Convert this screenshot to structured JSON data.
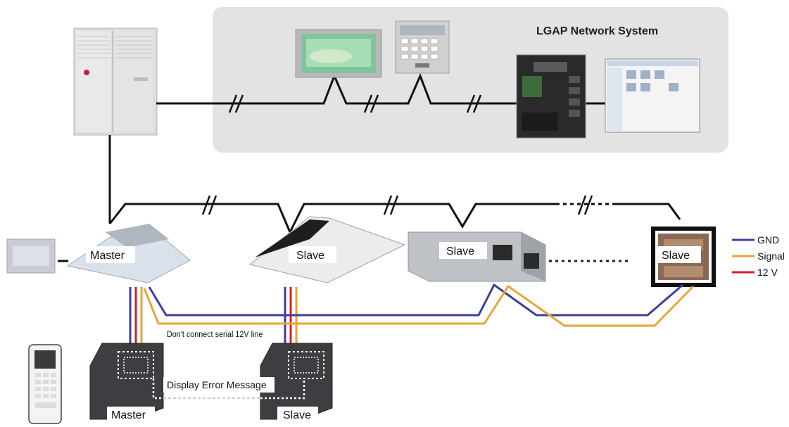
{
  "network": {
    "title": "LGAP Network System"
  },
  "units": {
    "master_indoor": "Master",
    "slave_cassette": "Slave",
    "slave_duct": "Slave",
    "slave_wall": "Slave",
    "master_controller": "Master",
    "slave_controller": "Slave"
  },
  "annotations": {
    "serial_warning": "Don't connect serial 12V line",
    "error_message": "Display Error Message"
  },
  "legend": [
    {
      "label": "GND",
      "color": "#3b3f9a"
    },
    {
      "label": "Signal",
      "color": "#e8a53a"
    },
    {
      "label": "12 V",
      "color": "#d0202a"
    }
  ],
  "colors": {
    "gnd": "#3b3f9a",
    "signal": "#e8a53a",
    "v12": "#d0202a",
    "panel": "#e3e3e3"
  },
  "icons": {
    "outdoor_unit": "outdoor-unit-icon",
    "touch_controller": "touch-screen-icon",
    "keypad_controller": "keypad-icon",
    "gateway": "gateway-icon",
    "pc_screen": "pc-monitor-icon",
    "remote": "remote-control-icon",
    "ir_receiver": "ir-receiver-icon"
  }
}
